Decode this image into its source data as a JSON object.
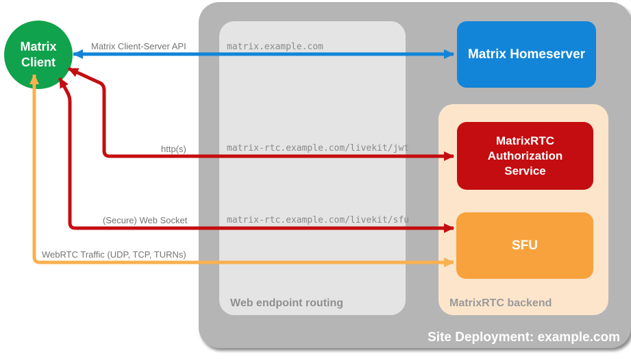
{
  "canvas": {
    "background": "#ffffff"
  },
  "colors": {
    "blue": "#1285d8",
    "red": "#c40d10",
    "orange_arrow": "#f9b04f",
    "orange_node": "#f8a23d",
    "green": "#10a24c",
    "outer_gray": "#b5b5b5",
    "inner_gray": "#e4e4e4",
    "peach": "#fce5cb",
    "label_gray": "#757575"
  },
  "client": {
    "lines": [
      "Matrix",
      "Client"
    ]
  },
  "nodes": {
    "homeserver": {
      "label": "Matrix Homeserver"
    },
    "auth_service": {
      "label": "MatrixRTC Authorization Service"
    },
    "sfu": {
      "label": "SFU"
    }
  },
  "containers": {
    "site": {
      "label": "Site Deployment: example.com"
    },
    "routing": {
      "label": "Web endpoint routing"
    },
    "backend": {
      "label": "MatrixRTC backend"
    }
  },
  "arrows": [
    {
      "name": "client-server-api",
      "label": "Matrix Client-Server API",
      "from": "Matrix Client",
      "to": "Matrix Homeserver"
    },
    {
      "name": "https",
      "label": "http(s)",
      "from": "Matrix Client",
      "to": "MatrixRTC Authorization Service"
    },
    {
      "name": "secure-web-socket",
      "label": "(Secure) Web Socket",
      "from": "Matrix Client",
      "to": "SFU"
    },
    {
      "name": "webrtc-traffic",
      "label": "WebRTC Traffic (UDP, TCP, TURNs)",
      "from": "Matrix Client",
      "to": "SFU"
    }
  ],
  "routes": {
    "homeserver": "matrix.example.com",
    "jwt": "matrix-rtc.example.com/livekit/jwt",
    "sfu": "matrix-rtc.example.com/livekit/sfu"
  }
}
